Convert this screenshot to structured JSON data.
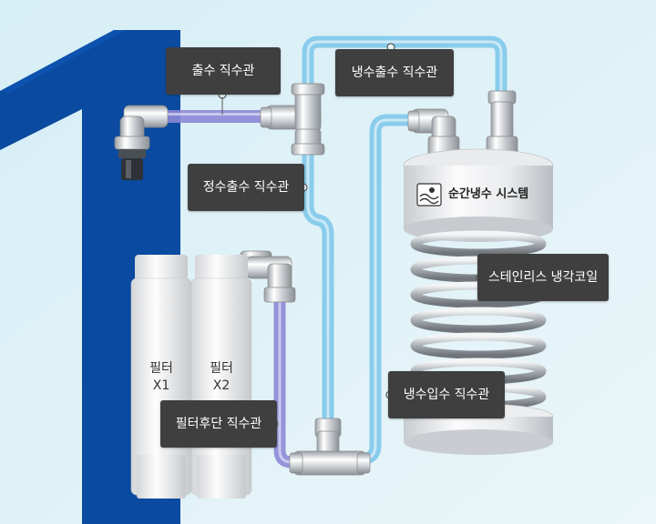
{
  "big_number": "1",
  "colors": {
    "brand_blue": "#0a4aa0",
    "cold_pipe": "#7fc8ea",
    "filtered_pipe": "#8c88d6",
    "callout_bg": "#3f3f3f"
  },
  "callouts": {
    "outlet_pipe": "출수 직수관",
    "cold_outlet_pipe": "냉수출수 직수관",
    "purified_outlet_pipe": "정수출수 직수관",
    "stainless_coil": "스테인리스 냉각코일",
    "cold_inlet_pipe": "냉수입수 직수관",
    "post_filter_pipe": "필터후단 직수관"
  },
  "cooling_system": {
    "label": "순간냉수 시스템",
    "icon": "water-wave-icon"
  },
  "filters": [
    {
      "name": "필터",
      "code": "X1"
    },
    {
      "name": "필터",
      "code": "X2"
    }
  ]
}
